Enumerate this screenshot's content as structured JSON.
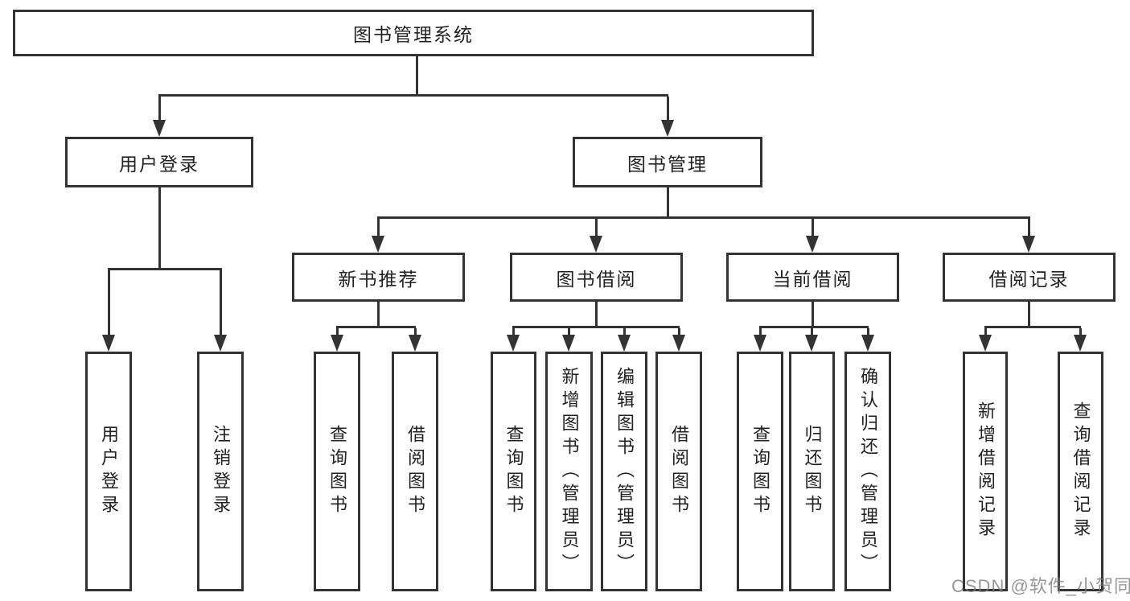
{
  "colors": {
    "line": "#333333",
    "background": "#ffffff",
    "watermark_gray": "#7d7d7d"
  },
  "nodes": {
    "root": {
      "label": "图书管理系统"
    },
    "user_login": {
      "label": "用户登录"
    },
    "book_mgmt": {
      "label": "图书管理"
    },
    "new_book_rec": {
      "label": "新书推荐"
    },
    "book_borrow": {
      "label": "图书借阅"
    },
    "current_borrow": {
      "label": "当前借阅"
    },
    "borrow_record": {
      "label": "借阅记录"
    },
    "leaf_user_login": {
      "label": "用户登录"
    },
    "leaf_logout": {
      "label": "注销登录"
    },
    "leaf_nb_query": {
      "label": "查询图书"
    },
    "leaf_nb_borrow": {
      "label": "借阅图书"
    },
    "leaf_bb_query": {
      "label": "查询图书"
    },
    "leaf_bb_add": {
      "label": "新增图书（管理员）"
    },
    "leaf_bb_edit": {
      "label": "编辑图书（管理员）"
    },
    "leaf_bb_borrow": {
      "label": "借阅图书"
    },
    "leaf_cb_query": {
      "label": "查询图书"
    },
    "leaf_cb_return": {
      "label": "归还图书"
    },
    "leaf_cb_confirm": {
      "label": "确认归还（管理员）"
    },
    "leaf_br_add": {
      "label": "新增借阅记录"
    },
    "leaf_br_query": {
      "label": "查询借阅记录"
    }
  },
  "watermark": {
    "text": "CSDN @软件_小贺同学"
  }
}
